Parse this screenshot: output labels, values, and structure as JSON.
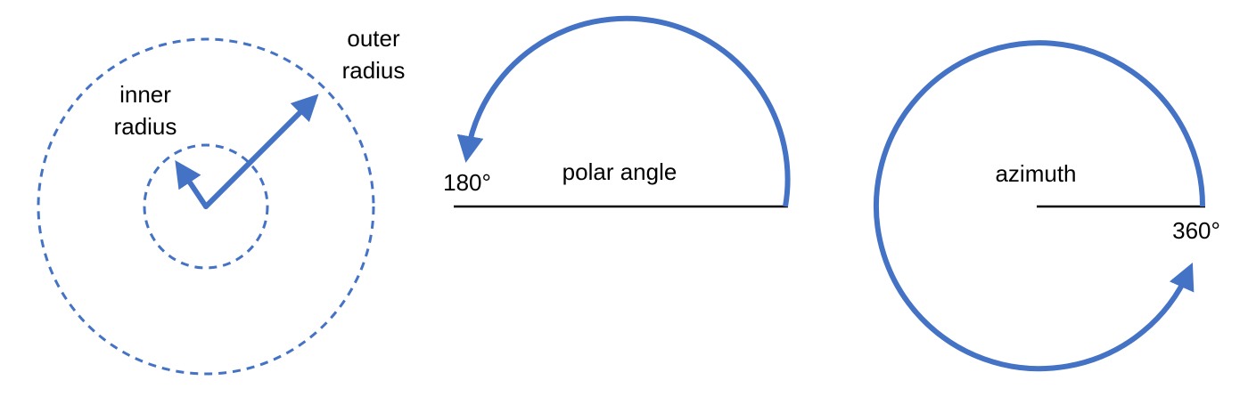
{
  "colors": {
    "accent": "#4472C4",
    "line": "#000000",
    "text": "#000000",
    "background": "#FFFFFF"
  },
  "radius_panel": {
    "outer_label_line1": "outer",
    "outer_label_line2": "radius",
    "inner_label_line1": "inner",
    "inner_label_line2": "radius"
  },
  "polar_panel": {
    "title": "polar angle",
    "end_label": "180°"
  },
  "azimuth_panel": {
    "title": "azimuth",
    "end_label": "360°"
  }
}
